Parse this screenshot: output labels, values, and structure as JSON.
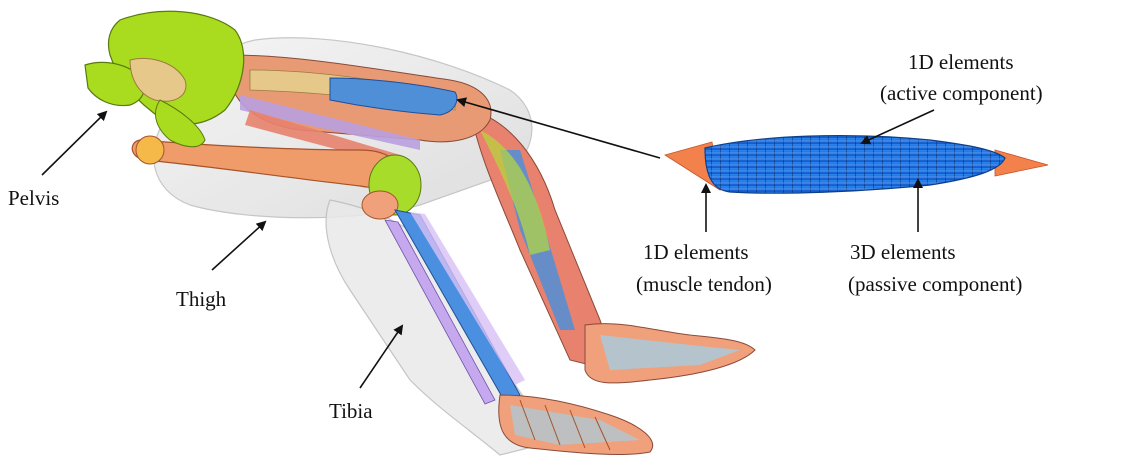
{
  "labels": {
    "pelvis": "Pelvis",
    "thigh": "Thigh",
    "tibia": "Tibia",
    "active_line1": "1D elements",
    "active_line2": "(active component)",
    "tendon_line1": "1D elements",
    "tendon_line2": "(muscle tendon)",
    "passive_line1": "3D elements",
    "passive_line2": "(passive component)"
  },
  "colors": {
    "bone_green": "#a9dc1e",
    "bone_tan": "#e6c98a",
    "flesh_shell": "#d9d9d9",
    "muscle_red": "#e8826e",
    "muscle_blue": "#4f8fd8",
    "muscle_purple": "#b9a0e0",
    "tendon_orange": "#f2814c",
    "mesh_blue": "#1f73e6",
    "arrow": "#111111"
  }
}
